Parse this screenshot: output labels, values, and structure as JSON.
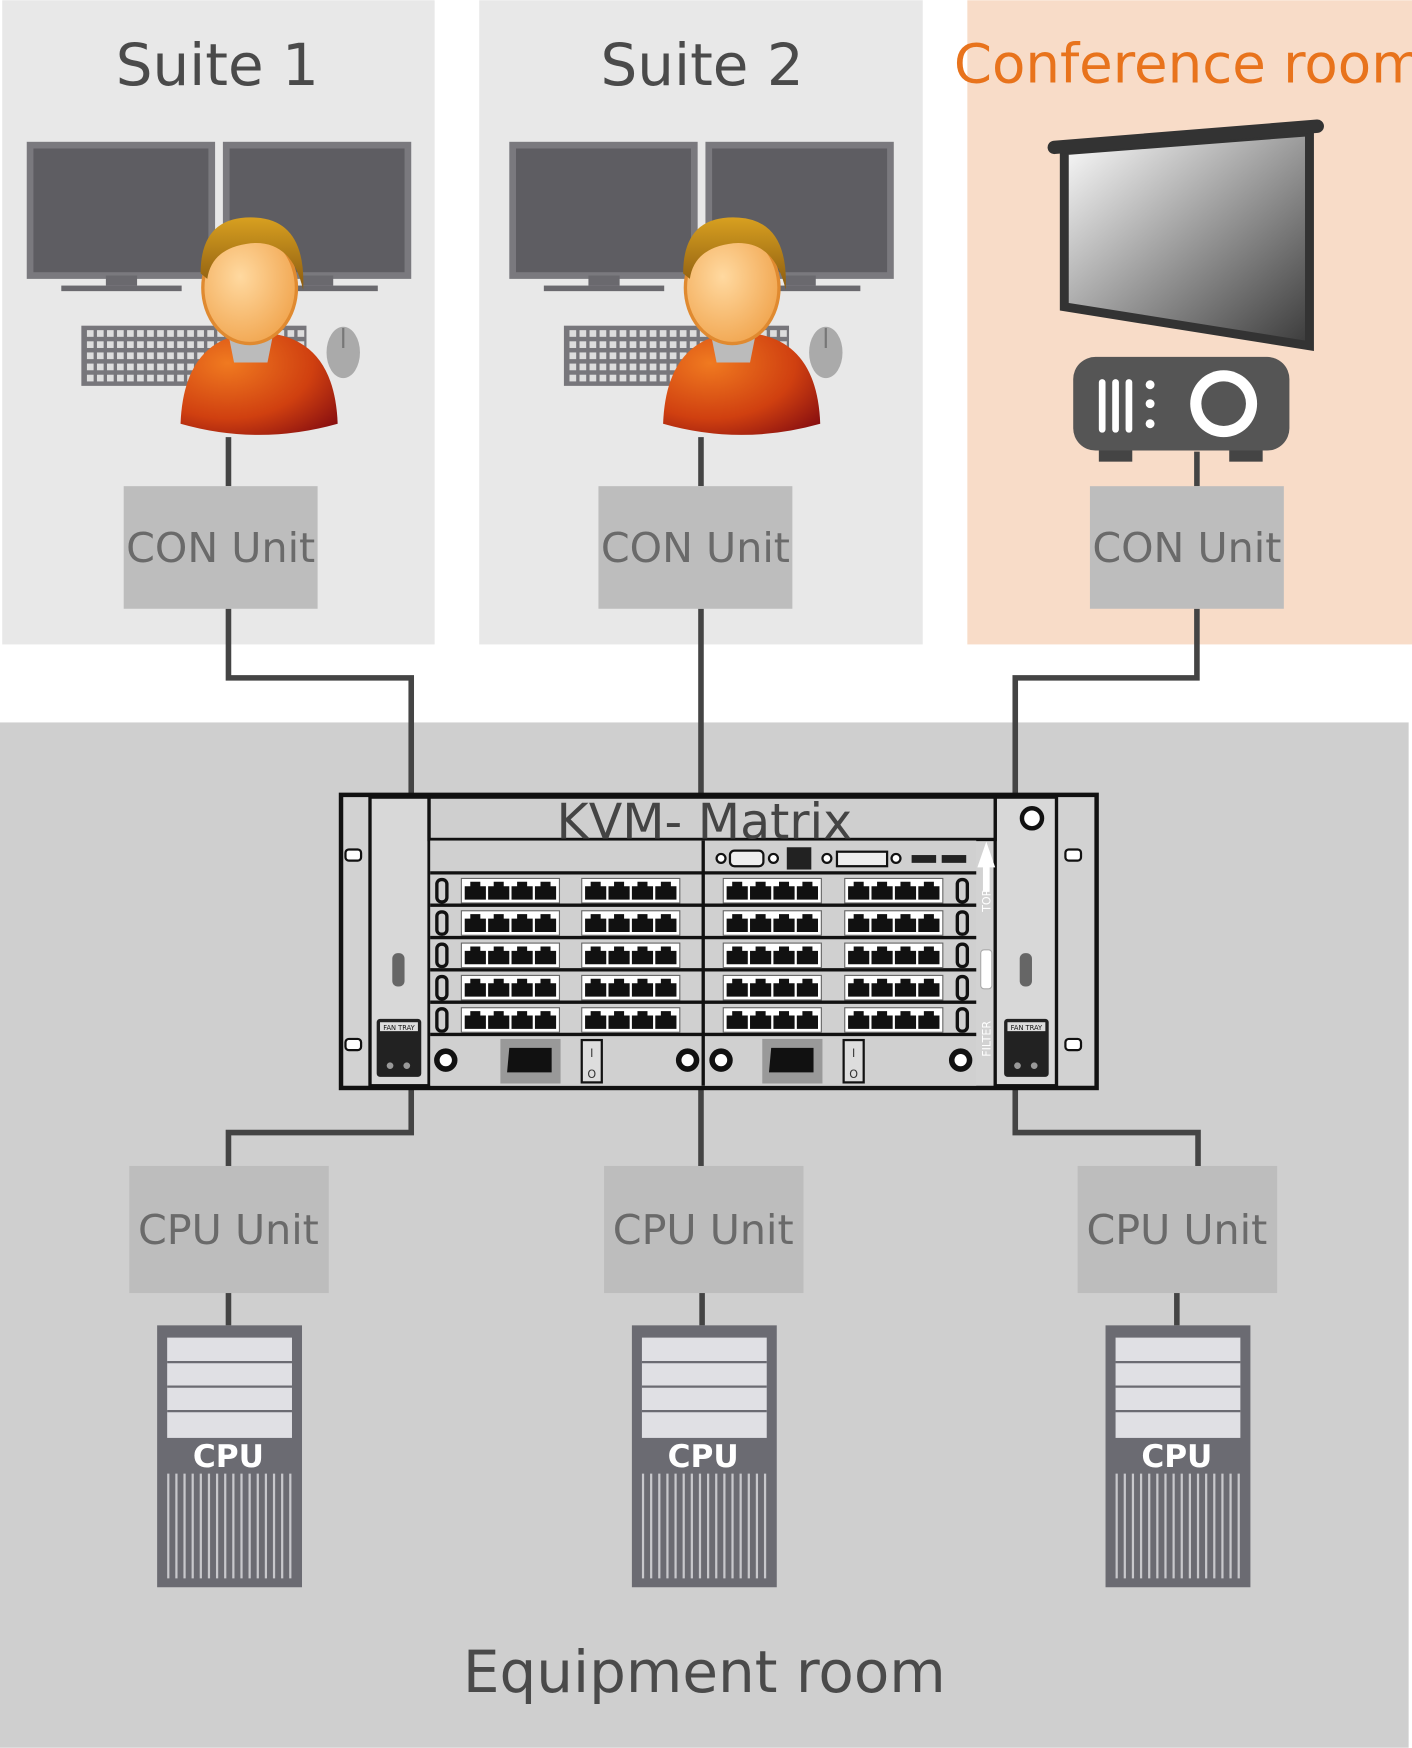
{
  "rooms": {
    "suite1": {
      "title": "Suite 1",
      "con_unit": "CON Unit"
    },
    "suite2": {
      "title": "Suite 2",
      "con_unit": "CON Unit"
    },
    "conference": {
      "title": "Conference room",
      "con_unit": "CON Unit"
    },
    "equipment": {
      "title": "Equipment room"
    }
  },
  "matrix": {
    "title": "KVM- Matrix",
    "fan_tray_label": "FAN TRAY",
    "top_label": "TOP",
    "filter_label": "FILTER",
    "switch_on": "I",
    "switch_off": "O"
  },
  "cpus": [
    {
      "unit": "CPU Unit",
      "label": "CPU"
    },
    {
      "unit": "CPU Unit",
      "label": "CPU"
    },
    {
      "unit": "CPU Unit",
      "label": "CPU"
    }
  ],
  "colors": {
    "accent": "#e8731c",
    "suite_bg": "#e8e8e8",
    "conference_bg": "#f8dcc8",
    "equipment_bg": "#cfcfcf"
  }
}
